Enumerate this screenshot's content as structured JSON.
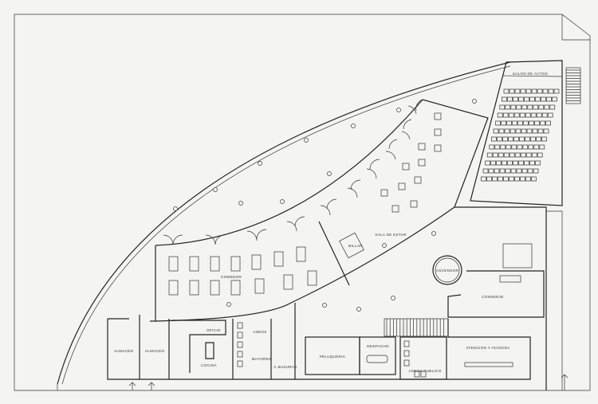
{
  "rooms": {
    "salon_actos": "SALON DE ACTOS",
    "sala_estar": "SALA DE ESTAR",
    "billar": "BILLAR",
    "comedor": "COMEDOR",
    "ascensor": "ASCENSOR",
    "conserje": "CONSERJE",
    "almacen_1": "ALMACEN",
    "almacen_2": "ALMACEN",
    "oficio": "OFICIO",
    "cocina": "COCINA",
    "aseos": "ASEOS",
    "mayores": "MAYORES",
    "basuras": "C.BASURAS",
    "peluqueria": "PELUQUERIA",
    "despacho": "DESPACHO",
    "aseos_publico": "ASEOS PUBLICO",
    "atencion": "ATENCION Y ACOGIDA"
  }
}
